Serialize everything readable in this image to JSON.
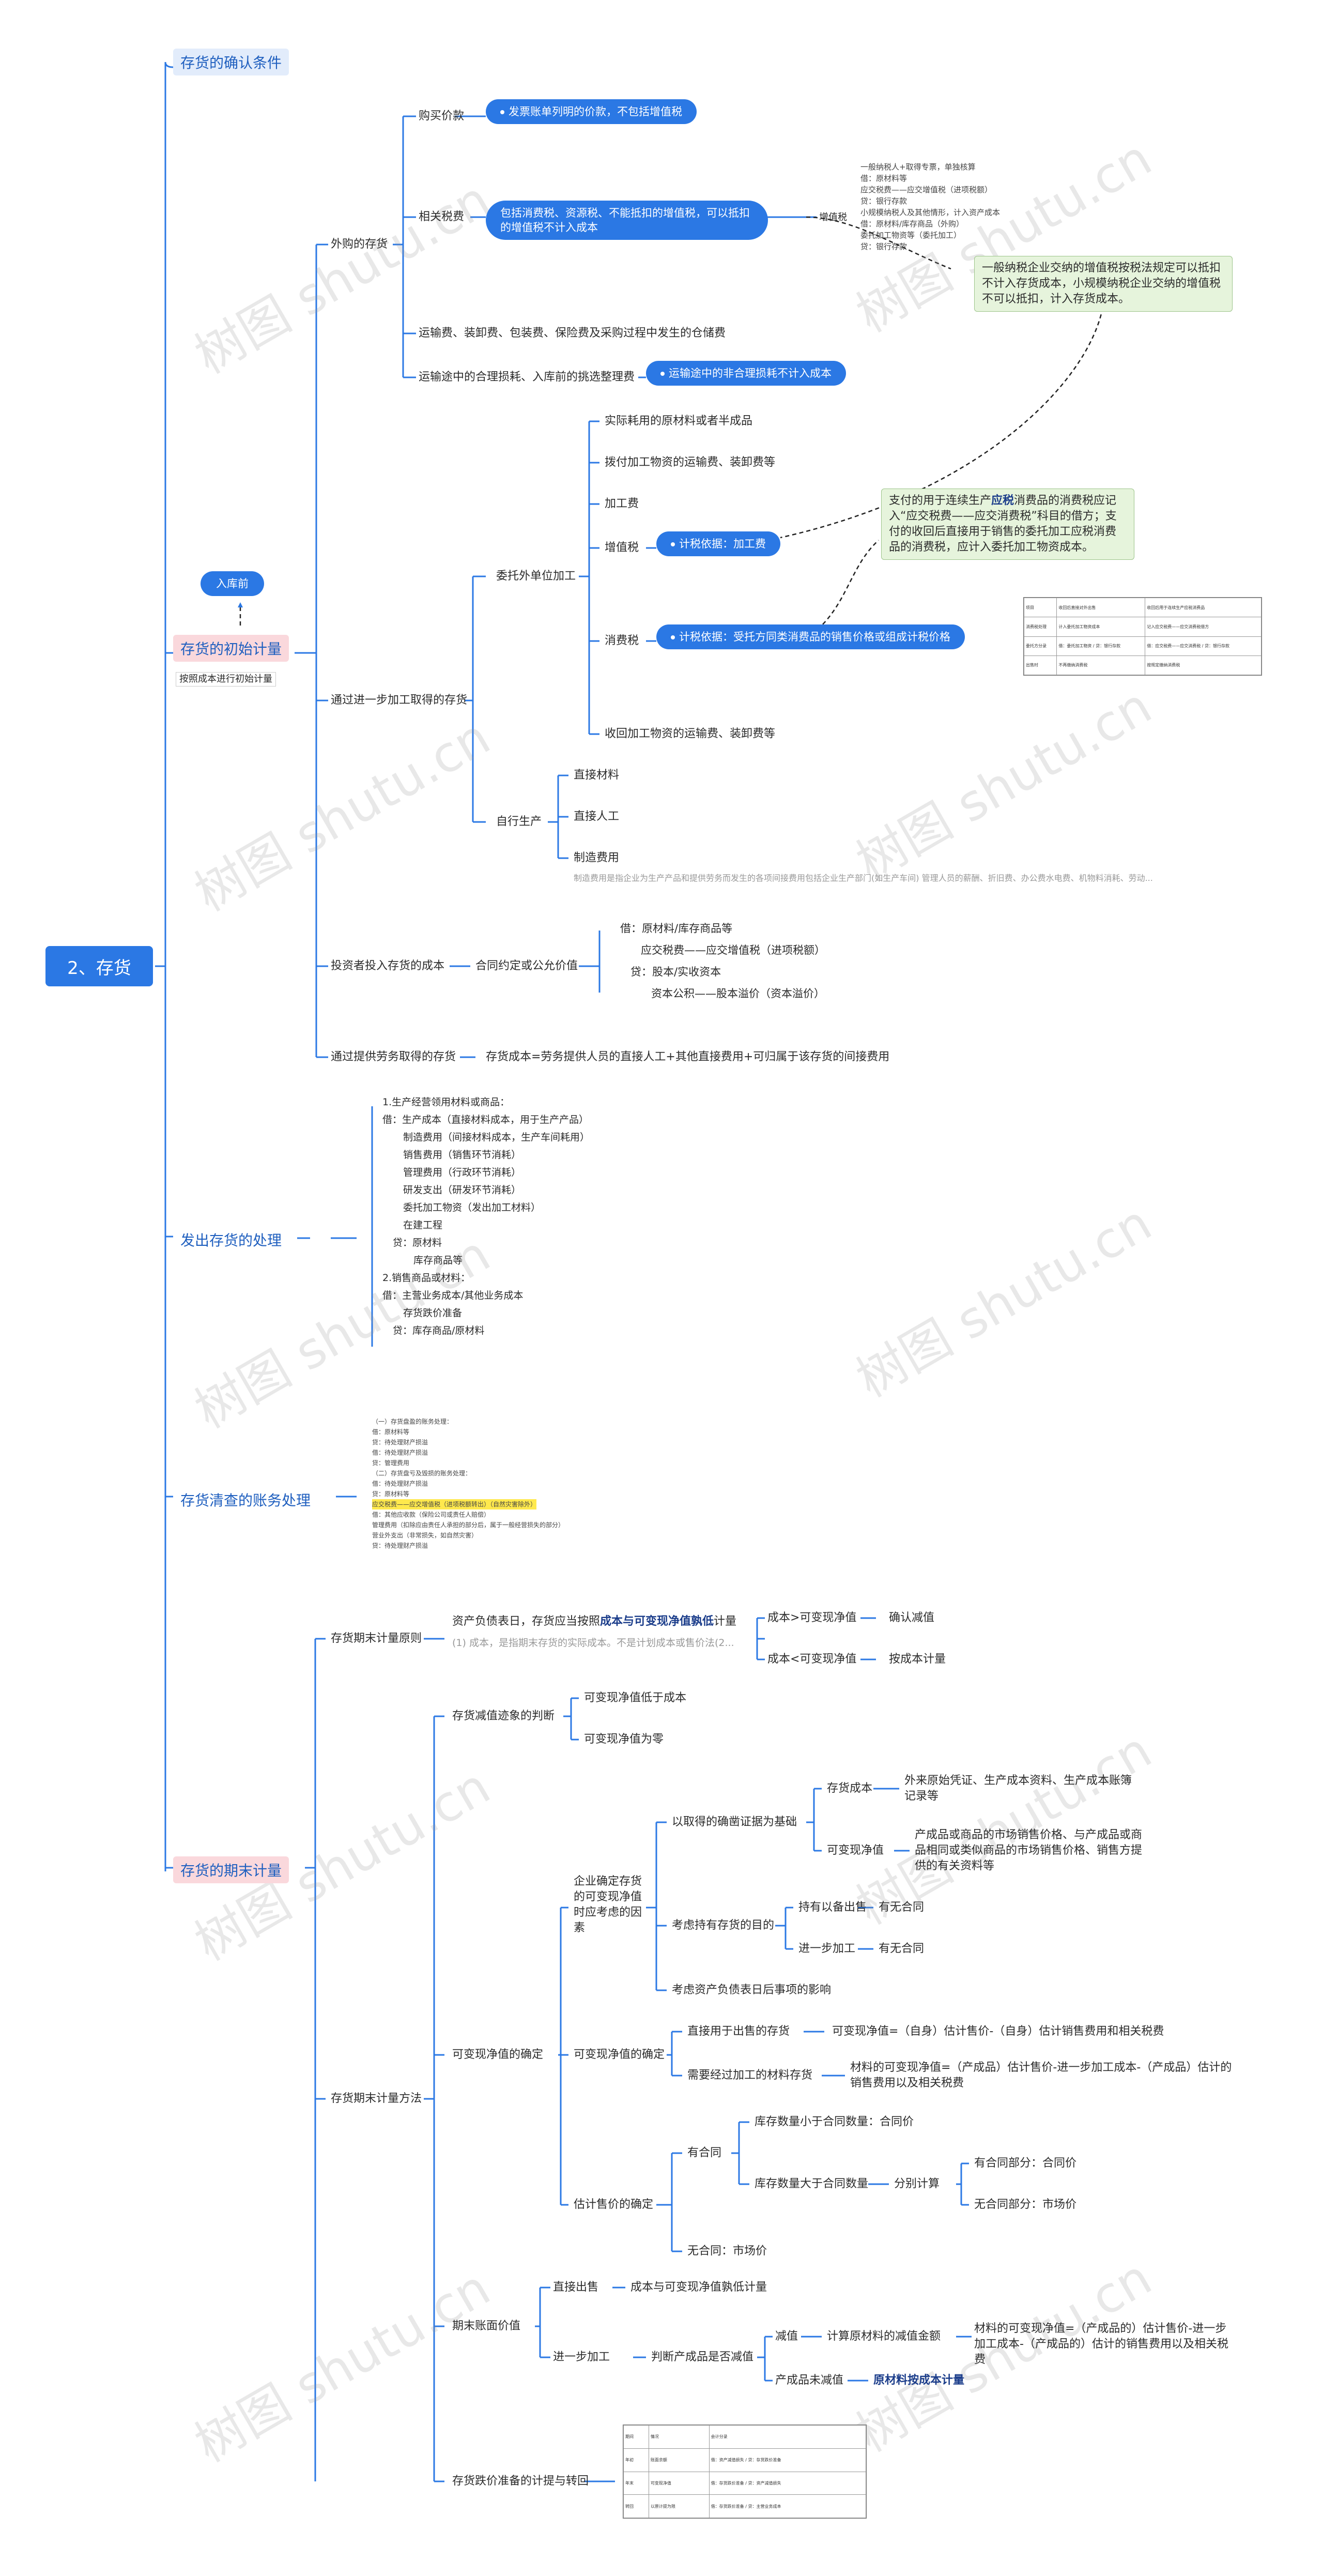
{
  "root": "2、存货",
  "level1": {
    "confirm": "存货的确认条件",
    "initial": "存货的初始计量",
    "initial_note": "按照成本进行初始计量",
    "entry": "入库前",
    "issue": "发出存货的处理",
    "shortage": "存货清查的账务处理",
    "ending": "存货的期末计量"
  },
  "purchase": {
    "label": "外购的存货",
    "price": "购买价款",
    "price_pill": "发票账单列明的价款，不包括增值税",
    "taxes": "相关税费",
    "taxes_pill": "包括消费税、资源税、不能抵扣的增值税，可以抵扣的增值税不计入成本",
    "vat": "增值税",
    "vat_lines": [
      "一般纳税人+取得专票，单独核算",
      "借：原材料等",
      "    应交税费——应交增值税（进项税额）",
      "  贷：银行存款",
      "小规模纳税人及其他情形，计入资产成本",
      "借：原材料/库存商品（外购）",
      "  委托加工物资等（委托加工）",
      "  贷：银行存款"
    ],
    "vat_note": "一般纳税企业交纳的增值税按税法规定可以抵扣不计入存货成本，小规模纳税企业交纳的增值税不可以抵扣，计入存货成本。",
    "freight": "运输费、装卸费、包装费、保险费及采购过程中发生的仓储费",
    "loss": "运输途中的合理损耗、入库前的挑选整理费",
    "loss_pill": "运输途中的非合理损耗不计入成本"
  },
  "processing": {
    "label": "通过进一步加工取得的存货",
    "entrust": "委托外单位加工",
    "items": [
      "实际耗用的原材料或者半成品",
      "拨付加工物资的运输费、装卸费等",
      "加工费",
      "增值税",
      "消费税",
      "收回加工物资的运输费、装卸费等"
    ],
    "vat_pill": "计税依据：加工费",
    "ct_pill": "计税依据：受托方同类消费品的销售价格或组成计税价格",
    "ct_note_1": "支付的用于连续生产",
    "ct_note_bold": "应税",
    "ct_note_2": "消费品的消费税应记入“应交税费——应交消费税”科目的借方；支付的收回后直接用于销售的委托加工应税消费品的消费税，应计入委托加工物资成本。",
    "self": "自行生产",
    "self_items": [
      "直接材料",
      "直接人工",
      "制造费用"
    ],
    "self_note": "制造费用是指企业为生产产品和提供劳务而发生的各项间接费用包括企业生产部门(如生产车间) 管理人员的薪酬、折旧费、办公费水电费、机物料消耗、劳动..."
  },
  "ct_table": {
    "rows": [
      [
        "项目",
        "收回后直接对外出售",
        "收回后用于连续生产应税消费品"
      ],
      [
        "消费税处理",
        "计入委托加工物资成本",
        "记入应交税费——应交消费税借方"
      ],
      [
        "委托方分录",
        "借：委托加工物资 / 贷：银行存款",
        "借：应交税费——应交消费税 / 贷：银行存款"
      ],
      [
        "出售时",
        "不再缴纳消费税",
        "按规定缴纳消费税"
      ]
    ]
  },
  "investor": {
    "label": "投资者投入存货的成本",
    "value": "合同约定或公允价值",
    "lines": [
      "借：原材料/库存商品等",
      "    应交税费——应交增值税（进项税额）",
      "  贷：股本/实收资本",
      "      资本公积——股本溢价（资本溢价）"
    ]
  },
  "service": {
    "label": "通过提供劳务取得的存货",
    "text": "存货成本=劳务提供人员的直接人工+其他直接费用+可归属于该存货的间接费用"
  },
  "issue_lines": [
    "1.生产经营领用材料或商品：",
    "借：生产成本（直接材料成本，用于生产产品）",
    "    制造费用（间接材料成本，生产车间耗用）",
    "    销售费用（销售环节消耗）",
    "    管理费用（行政环节消耗）",
    "    研发支出（研发环节消耗）",
    "    委托加工物资（发出加工材料）",
    "    在建工程",
    "  贷：原材料",
    "      库存商品等",
    "2.销售商品或材料：",
    "借：主营业务成本/其他业务成本",
    "    存货跌价准备",
    "  贷：库存商品/原材料"
  ],
  "shortage_lines": [
    "（一）存货盘盈的账务处理：",
    "借：原材料等",
    "  贷：待处理财产损溢",
    "借：待处理财产损溢",
    "  贷：管理费用",
    "（二）存货盘亏及毁损的账务处理：",
    "借：待处理财产损溢",
    "  贷：原材料等",
    "       应交税费——应交增值税（进项税额转出）（自然灾害除外）",
    "借：其他应收款（保险公司或责任人赔偿）",
    "    管理费用（扣除应由责任人承担的部分后，属于一般经营损失的部分）",
    "    营业外支出（非常损失，如自然灾害）",
    "  贷：待处理财产损溢"
  ],
  "principle": {
    "label": "存货期末计量原则",
    "text_pre": "资产负债表日，存货应当按照",
    "text_bold": "成本与可变现净值孰低",
    "text_post": "计量",
    "note": "(1) 成本，是指期末存货的实际成本。不是计划成本或售价法(2...",
    "b1": "成本>可变现净值",
    "b1r": "确认减值",
    "b2": "成本<可变现净值",
    "b2r": "按成本计量"
  },
  "method": {
    "label": "存货期末计量方法",
    "judge": "存货减值迹象的判断",
    "judge_items": [
      "可变现净值低于成本",
      "可变现净值为零"
    ],
    "nrv": "可变现净值的确定",
    "factors": "企业确定存货的可变现净值时应考虑的因素",
    "evidence": "以取得的确凿证据为基础",
    "ev_cost": "存货成本",
    "ev_cost_text": "外来原始凭证、生产成本资料、生产成本账簿记录等",
    "ev_nrv": "可变现净值",
    "ev_nrv_text": "产成品或商品的市场销售价格、与产成品或商品相同或类似商品的市场销售价格、销售方提供的有关资料等",
    "purpose": "考虑持有存货的目的",
    "hold_sale": "持有以备出售",
    "hold_sale_r": "有无合同",
    "further": "进一步加工",
    "further_r": "有无合同",
    "post_events": "考虑资产负债表日后事项的影响",
    "nrv_calc": "可变现净值的确定",
    "direct": "直接用于出售的存货",
    "direct_f": "可变现净值=（自身）估计售价-（自身）估计销售费用和相关税费",
    "material": "需要经过加工的材料存货",
    "material_f": "材料的可变现净值=（产成品）估计售价-进一步加工成本-（产成品）估计的销售费用以及相关税费",
    "est_price": "估计售价的确定",
    "contract": "有合同",
    "c_le": "库存数量小于合同数量：合同价",
    "c_gt": "库存数量大于合同数量",
    "split": "分别计算",
    "split_a": "有合同部分：合同价",
    "split_b": "无合同部分：市场价",
    "no_contract": "无合同：市场价",
    "period_end": "期末账面价值",
    "direct_sale": "直接出售",
    "direct_sale_r": "成本与可变现净值孰低计量",
    "further2": "进一步加工",
    "judge_product": "判断产成品是否减值",
    "impaired": "减值",
    "impaired_r": "计算原材料的减值金额",
    "impaired_f": "材料的可变现净值=（产成品的）估计售价-进一步加工成本-（产成品的）估计的销售费用以及相关税费",
    "not_impaired": "产成品未减值",
    "not_impaired_r": "原材料按成本计量",
    "provision": "存货跌价准备的计提与转回"
  },
  "prov_table": {
    "rows": [
      [
        "期间",
        "情况",
        "会计分录"
      ],
      [
        "年初",
        "账面余额",
        "借：资产减值损失 / 贷：存货跌价准备"
      ],
      [
        "年末",
        "可变现净值",
        "借：存货跌价准备 / 贷：资产减值损失"
      ],
      [
        "转回",
        "以原计提为限",
        "借：存货跌价准备 / 贷：主营业务成本"
      ]
    ]
  },
  "watermark": "树图 shutu.cn"
}
